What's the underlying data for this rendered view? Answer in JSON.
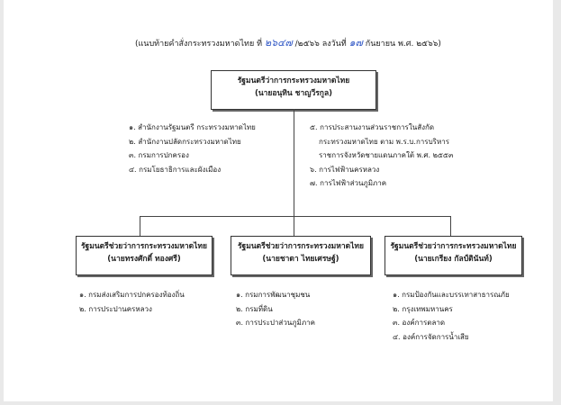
{
  "header": {
    "prefix": "(แนบท้ายคำสั่งกระทรวงมหาดไทย ที่",
    "order_no": "๒๖๔๗",
    "mid": "/๒๕๖๖ ลงวันที่",
    "day": "๑๗",
    "suffix": "กันยายน พ.ศ. ๒๕๖๖)"
  },
  "top": {
    "title": "รัฐมนตรีว่าการกระทรวงมหาดไทย",
    "name": "(นายอนุทิน  ชาญวีรกูล)",
    "left_items": [
      "๑. สำนักงานรัฐมนตรี กระทรวงมหาดไทย",
      "๒. สำนักงานปลัดกระทรวงมหาดไทย",
      "๓. กรมการปกครอง",
      "๔. กรมโยธาธิการและผังเมือง"
    ],
    "right_items": [
      "๕. การประสานงานส่วนราชการในสังกัด",
      "กระทรวงมหาดไทย ตาม พ.ร.บ.การบริหาร",
      "ราชการจังหวัดชายแดนภาคใต้ พ.ศ. ๒๕๕๓",
      "๖. การไฟฟ้านครหลวง",
      "๗. การไฟฟ้าส่วนภูมิภาค"
    ]
  },
  "deputies": [
    {
      "title": "รัฐมนตรีช่วยว่าการกระทรวงมหาดไทย",
      "name": "(นายทรงศักดิ์  ทองศรี)",
      "items": [
        "๑. กรมส่งเสริมการปกครองท้องถิ่น",
        "๒. การประปานครหลวง"
      ]
    },
    {
      "title": "รัฐมนตรีช่วยว่าการกระทรวงมหาดไทย",
      "name": "(นายชาดา  ไทยเศรษฐ์)",
      "items": [
        "๑. กรมการพัฒนาชุมชน",
        "๒. กรมที่ดิน",
        "๓. การประปาส่วนภูมิภาค"
      ]
    },
    {
      "title": "รัฐมนตรีช่วยว่าการกระทรวงมหาดไทย",
      "name": "(นายเกรียง  กัลป์ตินันท์)",
      "items": [
        "๑. กรมป้องกันและบรรเทาสาธารณภัย",
        "๒. กรุงเทพมหานคร",
        "๓. องค์การตลาด",
        "๔. องค์การจัดการน้ำเสีย"
      ]
    }
  ]
}
